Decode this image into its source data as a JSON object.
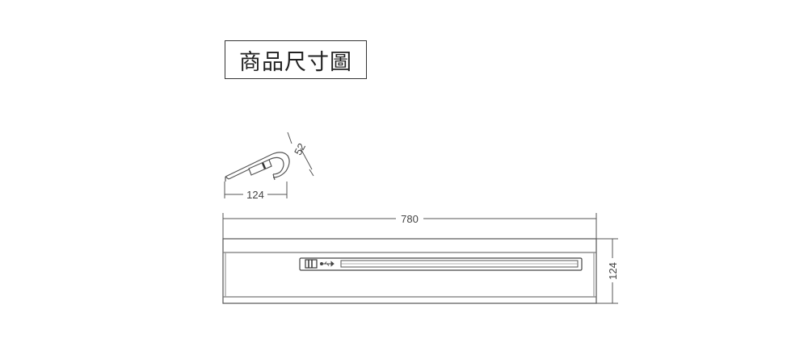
{
  "title": "商品尺寸圖",
  "side_view": {
    "depth_label": "52",
    "width_label": "124"
  },
  "front_view": {
    "length_label": "780",
    "height_label": "124"
  }
}
